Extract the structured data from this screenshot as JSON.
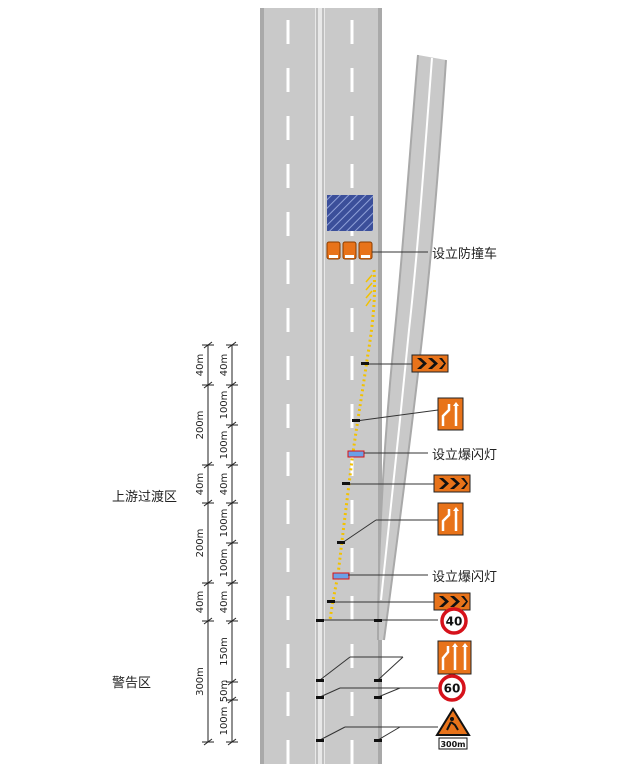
{
  "annotations": {
    "crash_truck": "设立防撞车",
    "flash_light_1": "设立爆闪灯",
    "flash_light_2": "设立爆闪灯"
  },
  "zones": {
    "upstream_transition": "上游过渡区",
    "warning": "警告区"
  },
  "dimensions": {
    "outer": [
      "40m",
      "200m",
      "40m",
      "200m",
      "40m",
      "300m"
    ],
    "inner": [
      "40m",
      "100m",
      "100m",
      "40m",
      "100m",
      "100m",
      "40m",
      "150m",
      "50m",
      "100m"
    ]
  },
  "signs": {
    "speed_limit_1": "40",
    "speed_limit_2": "60",
    "distance_plate": "300m"
  },
  "colors": {
    "road": "#c9c9c9",
    "lane_line": "#ffffff",
    "cone_line": "#f2c200",
    "sign_orange": "#e8731a",
    "speed_ring": "#d6121b",
    "work_area": "#3b4f9a"
  }
}
